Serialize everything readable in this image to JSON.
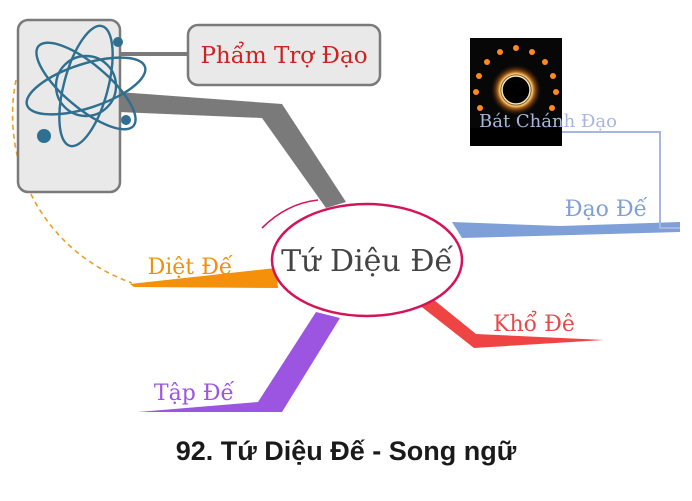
{
  "diagram": {
    "center": {
      "label": "Tứ Diệu Đế"
    },
    "branches": [
      {
        "id": "dao-de",
        "label": "Đạo Đế",
        "color": "#7f9fd8"
      },
      {
        "id": "kho-de",
        "label": "Khổ Đê",
        "color": "#e84a4a"
      },
      {
        "id": "tap-de",
        "label": "Tập Đế",
        "color": "#9b55e0"
      },
      {
        "id": "diet-de",
        "label": "Diệt Đế",
        "color": "#f0900c"
      }
    ],
    "top_node": {
      "label": "Phẩm Trợ Đạo",
      "color": "#cc2222"
    },
    "image_node": {
      "label": "Bát Chánh Đạo",
      "color": "#a7b6dd"
    },
    "atom_icon": "atom-icon",
    "gray_connector_color": "#7a7a7a",
    "center_border_color": "#d4145a"
  },
  "caption": "92. Tứ Diệu Đế - Song ngữ"
}
